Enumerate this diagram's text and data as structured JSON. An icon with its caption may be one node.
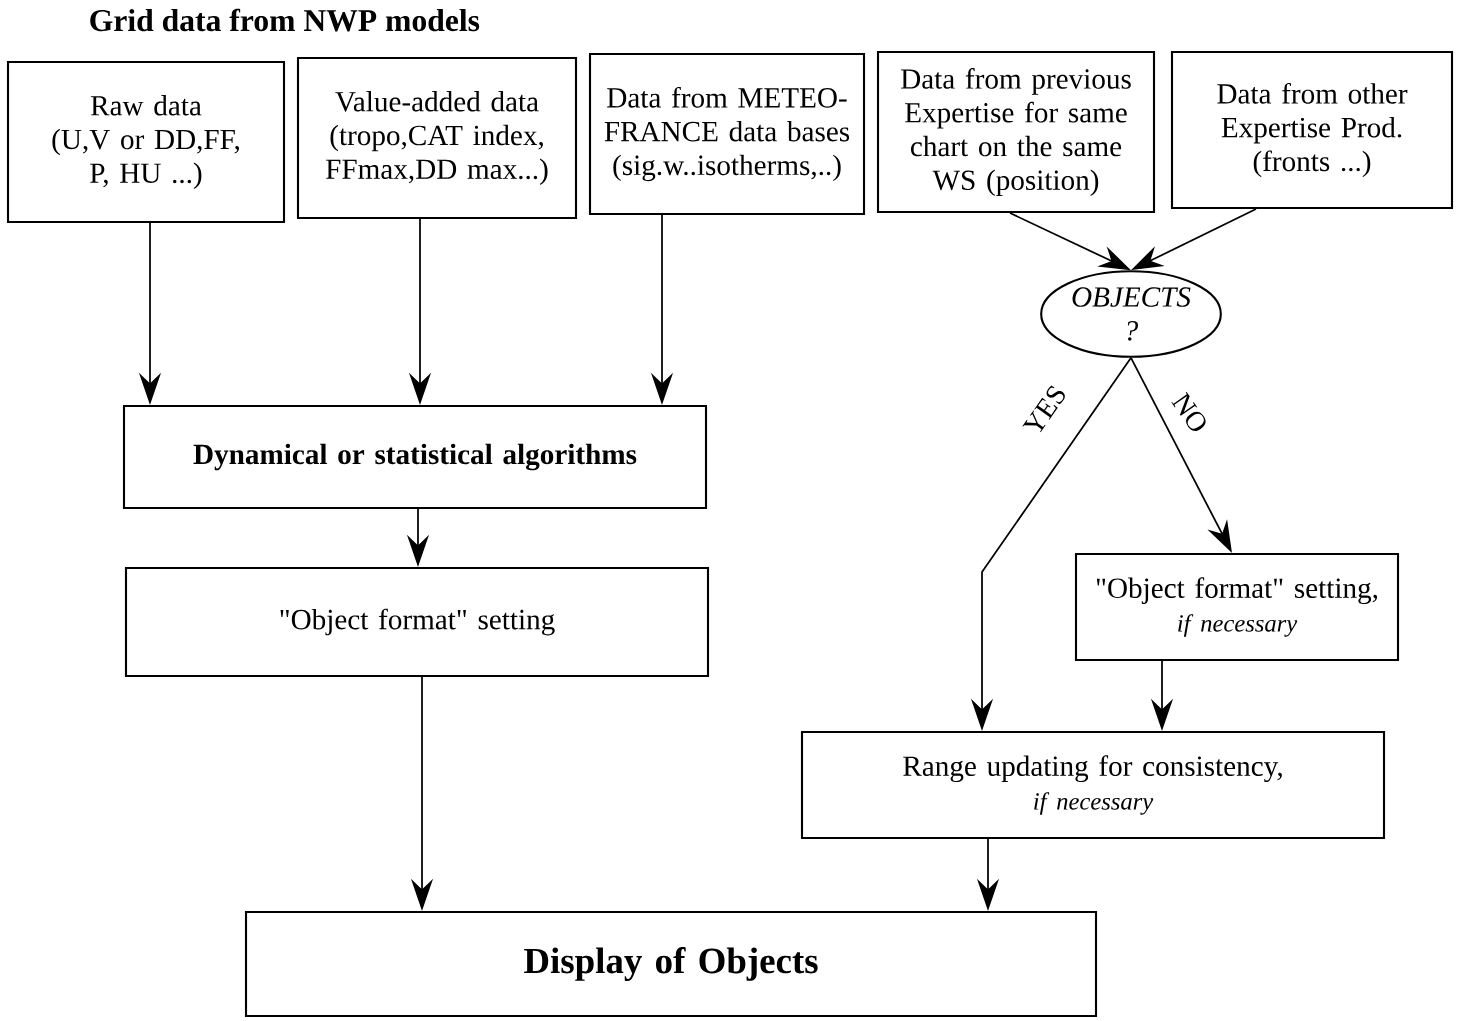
{
  "diagram": {
    "title": "Grid data from NWP models",
    "nodes": [
      {
        "text": [
          "Raw data",
          "(U,V or DD,FF, P, HU ...)"
        ]
      },
      {
        "text": [
          "Value-added data",
          "(tropo,CAT index, FFmax,DD max...)"
        ]
      },
      {
        "text": [
          "Data from METEO-FRANCE data bases",
          "(sig.w..isotherms,..)"
        ]
      },
      {
        "text": [
          "Data from previous Expertise for same chart on the same WS (position)"
        ]
      },
      {
        "text": [
          "Data from other Expertise Prod.",
          "(fronts ...)"
        ]
      },
      {
        "text": [
          "OBJECTS ?"
        ]
      },
      {
        "text": [
          "Dynamical or statistical algorithms"
        ]
      },
      {
        "text": [
          "\"Object format\" setting"
        ]
      },
      {
        "text": [
          "\"Object format\" setting,",
          "if necessary"
        ]
      },
      {
        "text": [
          "Range updating for consistency,",
          "if necessary"
        ]
      },
      {
        "text": [
          "Display of Objects"
        ]
      }
    ],
    "edges": [
      {
        "from": 0,
        "to": 6,
        "arrow": "to"
      },
      {
        "from": 1,
        "to": 6,
        "arrow": "to"
      },
      {
        "from": 2,
        "to": 6,
        "arrow": "to"
      },
      {
        "from": 3,
        "to": 5,
        "arrow": "to"
      },
      {
        "from": 4,
        "to": 5,
        "arrow": "to"
      },
      {
        "from": 5,
        "to": 9,
        "arrow": "to",
        "label": "YES"
      },
      {
        "from": 5,
        "to": 8,
        "arrow": "to",
        "label": "NO"
      },
      {
        "from": 6,
        "to": 7,
        "arrow": "to"
      },
      {
        "from": 7,
        "to": 10,
        "arrow": "to"
      },
      {
        "from": 8,
        "to": 9,
        "arrow": "to"
      },
      {
        "from": 9,
        "to": 10,
        "arrow": "to"
      }
    ]
  }
}
